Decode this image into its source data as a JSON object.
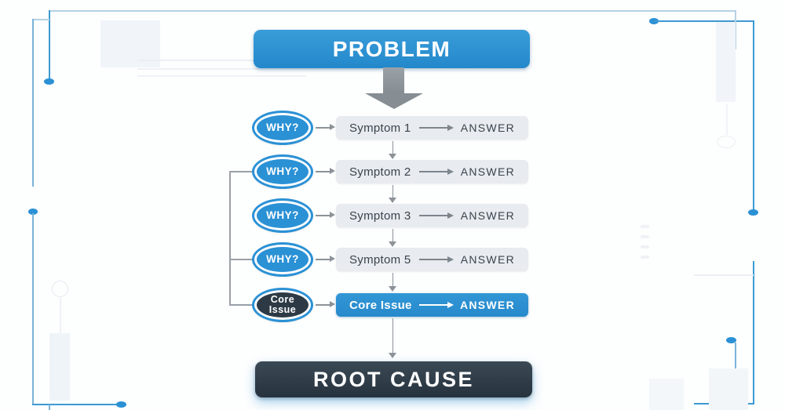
{
  "problem": {
    "label": "PROBLEM"
  },
  "root_cause": {
    "label": "ROOT CAUSE"
  },
  "rows": [
    {
      "badge": "WHY?",
      "label": "Symptom 1",
      "answer": "ANSWER"
    },
    {
      "badge": "WHY?",
      "label": "Symptom 2",
      "answer": "ANSWER"
    },
    {
      "badge": "WHY?",
      "label": "Symptom 3",
      "answer": "ANSWER"
    },
    {
      "badge": "WHY?",
      "label": "Symptom 5",
      "answer": "ANSWER"
    },
    {
      "badge_line1": "Core",
      "badge_line2": "Issue",
      "label": "Core Issue",
      "answer": "ANSWER"
    }
  ],
  "icons": {
    "big_down_arrow": "thick-down-arrow",
    "row_connector": "right-arrow",
    "bar_arrow": "long-right-arrow",
    "step_arrow": "down-arrow",
    "frame_dots": "circuit-node-dot"
  },
  "colors": {
    "accent_blue": "#2b91d5",
    "dark_navy": "#2d3a46",
    "bar_gray": "#e8ebef",
    "arrow_gray": "#8b9298",
    "text_dark": "#39434d",
    "frame_light_blue": "#b5d2e5"
  }
}
